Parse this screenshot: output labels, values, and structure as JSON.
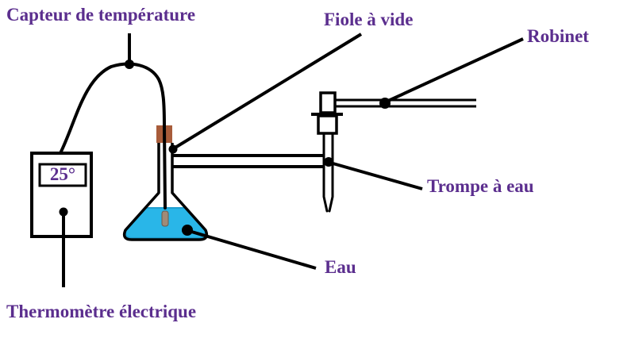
{
  "diagram": {
    "labels": {
      "capteur": "Capteur de température",
      "fiole": "Fiole à vide",
      "robinet": "Robinet",
      "trompe": "Trompe à eau",
      "eau": "Eau",
      "thermometre": "Thermomètre électrique"
    },
    "thermometer_display": {
      "value": "25°"
    },
    "colors": {
      "label_text": "#5b2e8e",
      "water": "#29b6e8",
      "water_edge": "#1f9ecf",
      "stopper": "#a85c3a",
      "probe_tip": "#a08b78",
      "line": "#000000",
      "background": "#ffffff"
    }
  }
}
